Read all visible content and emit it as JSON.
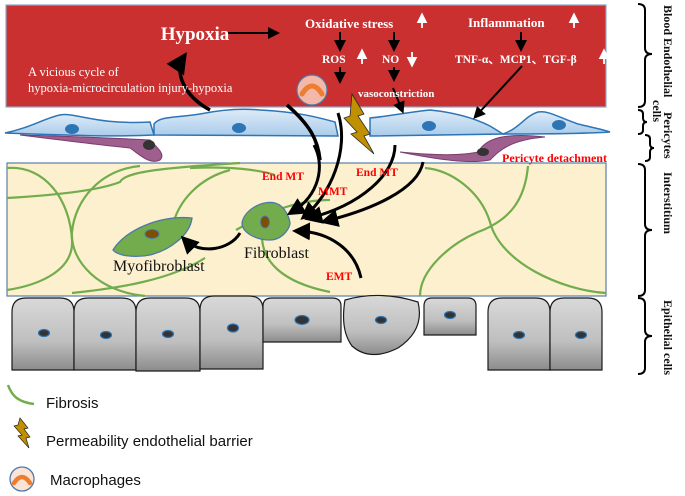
{
  "blood": {
    "hypoxia": "Hypoxia",
    "cycle_line1": "A vicious cycle of",
    "cycle_line2": "hypoxia-microcirculation injury-hypoxia",
    "oxidative_stress": "Oxidative stress",
    "inflammation": "Inflammation",
    "ros": "ROS",
    "no": "NO",
    "cytokines": "TNF-α、MCP1、TGF-β",
    "vasoconstriction": "vasoconstriction"
  },
  "interstitium": {
    "endmt_left": "End MT",
    "mmt": "MMT",
    "endmt_right": "End MT",
    "emt": "EMT",
    "pericyte_detachment": "Pericyte detachment",
    "myofibroblast": "Myofibroblast",
    "fibroblast": "Fibroblast"
  },
  "layer_labels": {
    "blood": "Blood",
    "endothelial_line1": "Endothelial",
    "endothelial_line2": "cells",
    "pericytes": "Pericytes",
    "interstitium": "Interstitium",
    "epithelial": "Epithelial cells"
  },
  "legend": [
    {
      "icon": "fibrosis-line-icon",
      "label": "Fibrosis"
    },
    {
      "icon": "lightning-bolt-icon",
      "label": "Permeability endothelial barrier"
    },
    {
      "icon": "macrophage-icon",
      "label": "Macrophages"
    }
  ],
  "colors": {
    "blood": "#C9302F",
    "interstitium": "#FCF0CF",
    "fibrosis": "#72AC4D",
    "endothelial": "#BDD7EE",
    "nucleus_blue": "#2E75B6",
    "pericyte": "#9E5E8E",
    "label_red": "#FF0000",
    "bolt": "#C09000",
    "macrophage_fill": "#F4B8A8",
    "macrophage_core": "#ED7D31"
  }
}
